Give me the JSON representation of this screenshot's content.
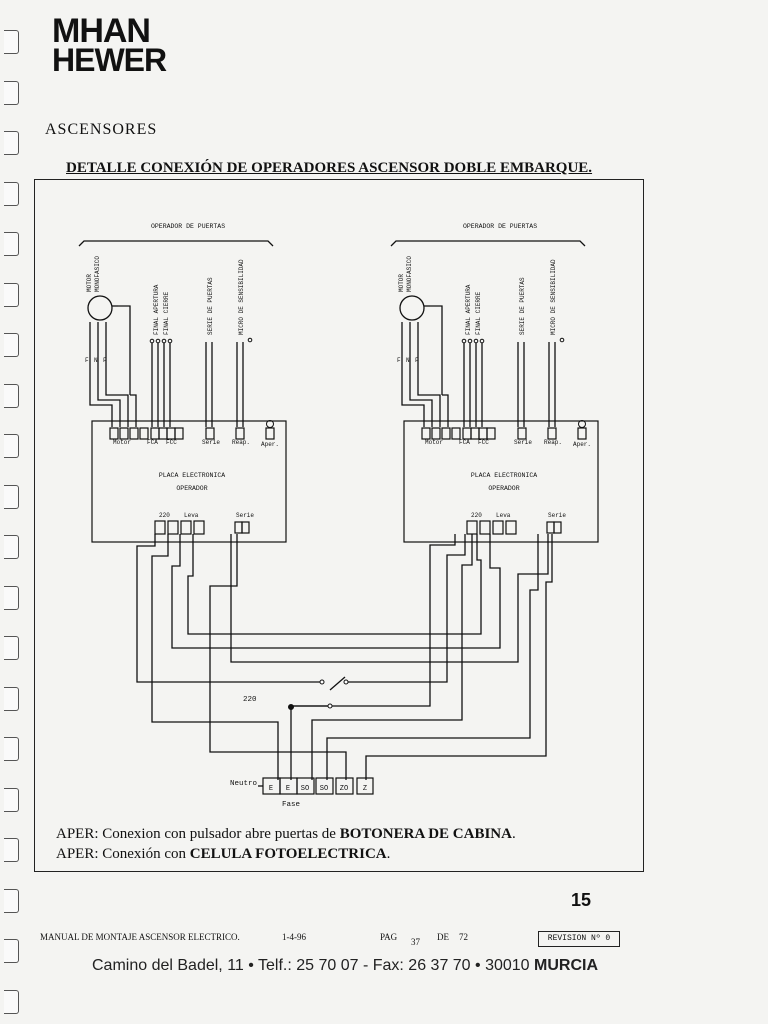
{
  "logo": {
    "line1": "MHAN",
    "line2": "HEWER"
  },
  "company_sub": "ASCENSORES",
  "title": "DETALLE CONEXIÓN DE OPERADORES ASCENSOR DOBLE EMBARQUE.",
  "diagram": {
    "group_label": "OPERADOR DE PUERTAS",
    "vertical_labels": [
      "MOTOR MONOFASICO",
      "FINAL APERTURA",
      "FINAL CIERRE",
      "SERIE DE PUERTAS",
      "MICRO DE SENSIBILIDAD"
    ],
    "wire_labels": [
      "F",
      "N",
      "F"
    ],
    "connectors_top": [
      "Motor",
      "FCA",
      "FCC",
      "Serie",
      "Reap.",
      "Aper."
    ],
    "board_label_1": "PLACA ELECTRONICA",
    "board_label_2": "OPERADOR",
    "connectors_bottom": [
      "220",
      "Leva",
      "Serie"
    ],
    "voltage_label": "220",
    "neutro_label": "Neutro",
    "fase_label": "Fase",
    "terminals": [
      "E",
      "E",
      "SO",
      "SO",
      "ZO",
      "Z"
    ]
  },
  "notes": [
    {
      "prefix": "APER: Conexion con pulsador abre puertas de ",
      "bold": "BOTONERA DE CABINA",
      "suffix": "."
    },
    {
      "prefix": "APER: Conexión con ",
      "bold": "CELULA FOTOELECTRICA",
      "suffix": "."
    }
  ],
  "page_number": "15",
  "footer": {
    "manual": "MANUAL DE MONTAJE ASCENSOR ELECTRICO.",
    "date": "1-4-96",
    "pag_label": "PAG",
    "pag_value": "37",
    "de_label": "DE",
    "de_value": "72",
    "revision": "REVISION Nº 0"
  },
  "address": {
    "text": "Camino del Badel, 11 • Telf.: 25 70 07 - Fax: 26 37 70 • 30010",
    "city": "MURCIA"
  }
}
